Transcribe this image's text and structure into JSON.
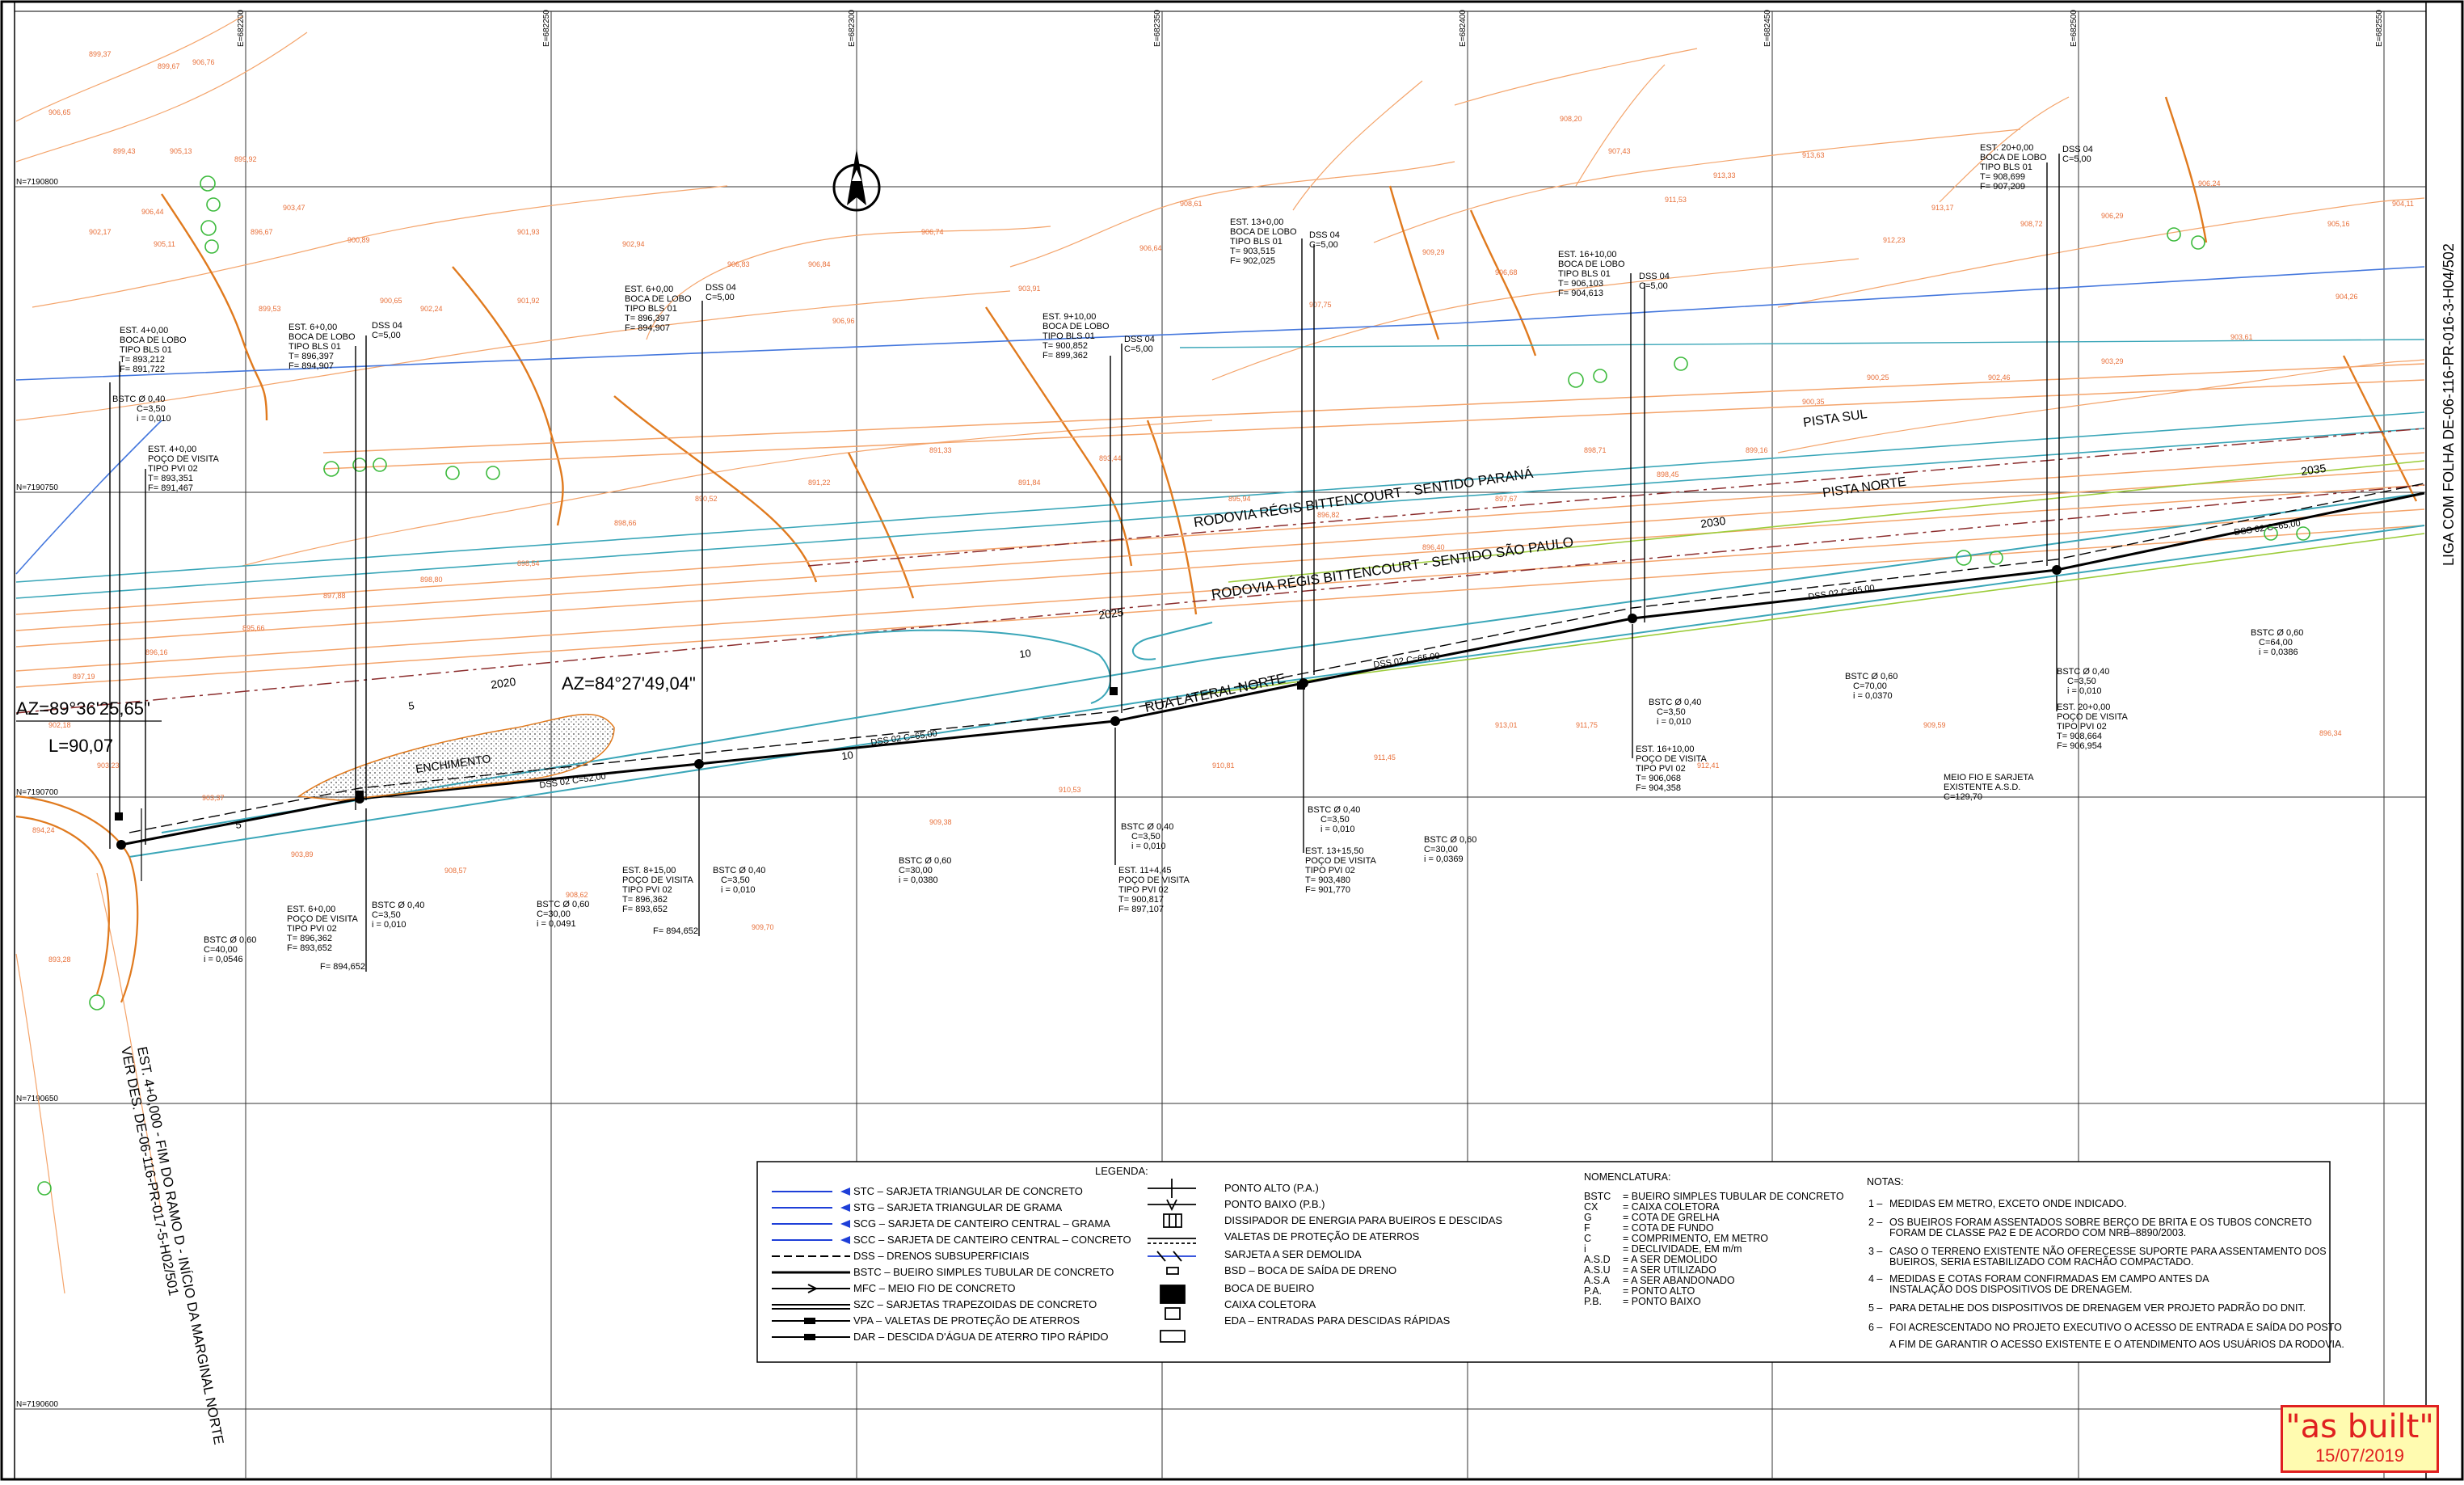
{
  "sheet": {
    "north_coords": [
      "N=7190800",
      "N=7190750",
      "N=7190700",
      "N=7190650",
      "N=7190600"
    ],
    "east_coords": [
      "E=682200",
      "E=682250",
      "E=682300",
      "E=682350",
      "E=682400",
      "E=682450",
      "E=682500",
      "E=682550"
    ],
    "match_line": "LIGA COM FOLHA DE-06-116-PR-016-3-H04/502",
    "end_note_1": "EST. 4+0,000 - FIM DO RAMO D - INÍCIO DA MARGINAL NORTE",
    "end_note_2": "VER DES. DE-06-116-PR-017-5-H02/501"
  },
  "alignment": {
    "az1": "AZ=89°36'25,65\"",
    "az2": "AZ=84°27'49,04\"",
    "length": "L=90,07",
    "road_sentido_parana": "RODOVIA RÉGIS BITTENCOURT - SENTIDO PARANÁ",
    "road_sentido_sp": "RODOVIA RÉGIS BITTENCOURT - SENTIDO SÃO PAULO",
    "rua_lateral": "RUA LATERAL NORTE",
    "pista_sul": "PISTA SUL",
    "pista_norte": "PISTA NORTE",
    "enchimento": "ENCHIMENTO",
    "stations": [
      "2020",
      "2025",
      "2030",
      "2035",
      "5",
      "10",
      "5",
      "10"
    ]
  },
  "callouts": {
    "bl4": [
      "EST. 4+0,00",
      "BOCA DE LOBO",
      "TIPO BLS 01",
      "T= 893,212",
      "F= 891,722"
    ],
    "pv4": [
      "EST. 4+0,00",
      "POÇO DE VISITA",
      "TIPO PVI 02",
      "T= 893,351",
      "F= 891,467"
    ],
    "bl6": [
      "EST. 6+0,00",
      "BOCA DE LOBO",
      "TIPO BLS 01",
      "T= 896,397",
      "F= 894,907"
    ],
    "bl6b": [
      "EST. 6+0,00",
      "BOCA DE LOBO",
      "TIPO BLS 01",
      "T= 896,397",
      "F= 894,907"
    ],
    "bl9": [
      "EST. 9+10,00",
      "BOCA DE LOBO",
      "TIPO BLS 01",
      "T= 900,852",
      "F= 899,362"
    ],
    "bl13": [
      "EST. 13+0,00",
      "BOCA DE LOBO",
      "TIPO BLS 01",
      "T= 903,515",
      "F= 902,025"
    ],
    "bl16": [
      "EST. 16+10,00",
      "BOCA DE LOBO",
      "TIPO BLS 01",
      "T= 906,103",
      "F= 904,613"
    ],
    "bl20": [
      "EST. 20+0,00",
      "BOCA DE LOBO",
      "TIPO BLS 01",
      "T= 908,699",
      "F= 907,209"
    ],
    "pv6": [
      "EST. 6+0,00",
      "POÇO DE VISITA",
      "TIPO PVI 02",
      "T= 896,362",
      "F= 893,652"
    ],
    "pv8": [
      "EST. 8+15,00",
      "POÇO DE VISITA",
      "TIPO PVI 02",
      "T= 896,362",
      "F= 893,652"
    ],
    "pv11": [
      "EST. 11+4,45",
      "POÇO DE VISITA",
      "TIPO PVI 02",
      "T= 900,817",
      "F= 897,107"
    ],
    "pv13": [
      "EST. 13+15,50",
      "POÇO DE VISITA",
      "TIPO PVI 02",
      "T= 903,480",
      "F= 901,770"
    ],
    "pv16": [
      "EST. 16+10,00",
      "POÇO DE VISITA",
      "TIPO PVI 02",
      "T= 906,068",
      "F= 904,358"
    ],
    "pv20": [
      "EST. 20+0,00",
      "POÇO DE VISITA",
      "TIPO PVI 02",
      "T= 908,664",
      "F= 906,954"
    ],
    "f1": "F= 894,652",
    "f2": "F= 894,652",
    "meio_fio": [
      "MEIO FIO E SARJETA",
      "EXISTENTE A.S.D.",
      "C=129,70"
    ],
    "dss": [
      "DSS 04",
      "C=5,00"
    ],
    "bstc_040": [
      "BSTC Ø 0,40",
      "C=3,50",
      "i = 0,010"
    ],
    "bstc_060": [
      [
        "BSTC Ø 0,60",
        "C=40,00",
        "i = 0,0546"
      ],
      [
        "BSTC Ø 0,60",
        "C=30,00",
        "i = 0,0491"
      ],
      [
        "BSTC Ø 0,60",
        "C=30,00",
        "i = 0,0380"
      ],
      [
        "BSTC Ø 0,60",
        "C=30,00",
        "i = 0,0369"
      ],
      [
        "BSTC Ø 0,60",
        "C=70,00",
        "i = 0,0370"
      ],
      [
        "BSTC Ø 0,60",
        "C=64,00",
        "i = 0,0386"
      ]
    ],
    "dss02": [
      "DSS 02  C=52,00",
      "DSS 02  C=65,00",
      "DSS 02  C=65,00",
      "DSS 02  C=65,00",
      "DSS 02  C=65,00"
    ]
  },
  "legend": {
    "title": "LEGENDA:",
    "left": [
      "STC – SARJETA TRIANGULAR DE CONCRETO",
      "STG – SARJETA TRIANGULAR DE GRAMA",
      "SCG – SARJETA DE CANTEIRO CENTRAL – GRAMA",
      "SCC – SARJETA DE CANTEIRO CENTRAL – CONCRETO",
      "DSS – DRENOS SUBSUPERFICIAIS",
      "BSTC – BUEIRO SIMPLES TUBULAR DE CONCRETO",
      "MFC – MEIO FIO DE CONCRETO",
      "SZC – SARJETAS TRAPEZOIDAS DE CONCRETO",
      "VPA – VALETAS DE PROTEÇÃO DE ATERROS",
      "DAR – DESCIDA D'ÁGUA DE ATERRO TIPO RÁPIDO"
    ],
    "right": [
      "PONTO ALTO (P.A.)",
      "PONTO BAIXO (P.B.)",
      "DISSIPADOR DE ENERGIA PARA BUEIROS E DESCIDAS",
      "VALETAS DE PROTEÇÃO DE ATERROS",
      "SARJETA A SER DEMOLIDA",
      "BSD – BOCA DE SAÍDA DE DRENO",
      "BOCA DE BUEIRO",
      "CAIXA COLETORA",
      "EDA – ENTRADAS PARA DESCIDAS RÁPIDAS"
    ],
    "line_colors": [
      "#1e3fd8",
      "#1e3fd8",
      "#1e3fd8",
      "#1e3fd8",
      "#000000",
      "#000000",
      "#000000",
      "#000000",
      "#000000",
      "#000000"
    ]
  },
  "nomenclature": {
    "title": "NOMENCLATURA:",
    "items": [
      [
        "BSTC",
        "= BUEIRO SIMPLES TUBULAR DE CONCRETO"
      ],
      [
        "CX",
        "= CAIXA COLETORA"
      ],
      [
        "G",
        "= COTA DE GRELHA"
      ],
      [
        "F",
        "= COTA DE FUNDO"
      ],
      [
        "C",
        "= COMPRIMENTO, EM METRO"
      ],
      [
        "i",
        "= DECLIVIDADE, EM m/m"
      ],
      [
        "A.S.D",
        "= A SER DEMOLIDO"
      ],
      [
        "A.S.U",
        "= A SER UTILIZADO"
      ],
      [
        "A.S.A",
        "= A SER ABANDONADO"
      ],
      [
        "P.A.",
        "= PONTO ALTO"
      ],
      [
        "P.B.",
        "= PONTO BAIXO"
      ]
    ]
  },
  "notes": {
    "title": "NOTAS:",
    "items": [
      [
        "1 –",
        "MEDIDAS EM METRO, EXCETO ONDE INDICADO."
      ],
      [
        "2 –",
        "OS BUEIROS FORAM ASSENTADOS SOBRE BERÇO DE BRITA E OS TUBOS CONCRETO",
        "FORAM DE CLASSE PA2 E DE ACORDO COM NRB–8890/2003."
      ],
      [
        "3 –",
        "CASO O TERRENO EXISTENTE NÃO OFERECESSE SUPORTE PARA ASSENTAMENTO DOS",
        "BUEIROS, SERIA ESTABILIZADO COM RACHÃO COMPACTADO."
      ],
      [
        "4 –",
        "MEDIDAS E COTAS FORAM CONFIRMADAS EM CAMPO ANTES DA",
        "INSTALAÇÃO DOS DISPOSITIVOS DE DRENAGEM."
      ],
      [
        "5 –",
        "PARA DETALHE DOS DISPOSITIVOS DE DRENAGEM VER PROJETO PADRÃO DO DNIT."
      ],
      [
        "6 –",
        "FOI ACRESCENTADO NO PROJETO EXECUTIVO O ACESSO DE ENTRADA E SAÍDA DO POSTO",
        "A FIM DE GARANTIR O ACESSO EXISTENTE E O ATENDIMENTO AOS USUÁRIOS DA RODOVIA."
      ]
    ]
  },
  "stamp": {
    "main": "\"as built\"",
    "date": "15/07/2019"
  },
  "spot_elevations": [
    "899,37",
    "899,67",
    "906,76",
    "906,65",
    "899,43",
    "905,13",
    "899,92",
    "896,67",
    "903,47",
    "900,89",
    "901,93",
    "906,44",
    "902,17",
    "905,11",
    "899,53",
    "900,65",
    "902,24",
    "901,92",
    "902,94",
    "906,83",
    "906,84",
    "906,96",
    "906,74",
    "903,91",
    "906,64",
    "908,61",
    "907,75",
    "909,29",
    "906,68",
    "908,20",
    "907,43",
    "911,53",
    "913,33",
    "913,63",
    "912,23",
    "913,17",
    "908,72",
    "906,29",
    "906,24",
    "905,16",
    "904,11",
    "904,26",
    "903,61",
    "903,29",
    "902,46",
    "900,25",
    "900,35",
    "899,16",
    "898,45",
    "898,71",
    "897,67",
    "896,40",
    "896,82",
    "895,94",
    "893,44",
    "891,84",
    "891,33",
    "891,22",
    "890,52",
    "898,66",
    "898,54",
    "898,80",
    "897,88",
    "895,66",
    "896,16",
    "897,19",
    "902,18",
    "903,23",
    "903,37",
    "903,89",
    "908,57",
    "908,62",
    "909,70",
    "909,38",
    "910,53",
    "910,81",
    "911,45",
    "913,01",
    "911,75",
    "912,41",
    "909,59",
    "896,34",
    "894,24",
    "893,28"
  ]
}
